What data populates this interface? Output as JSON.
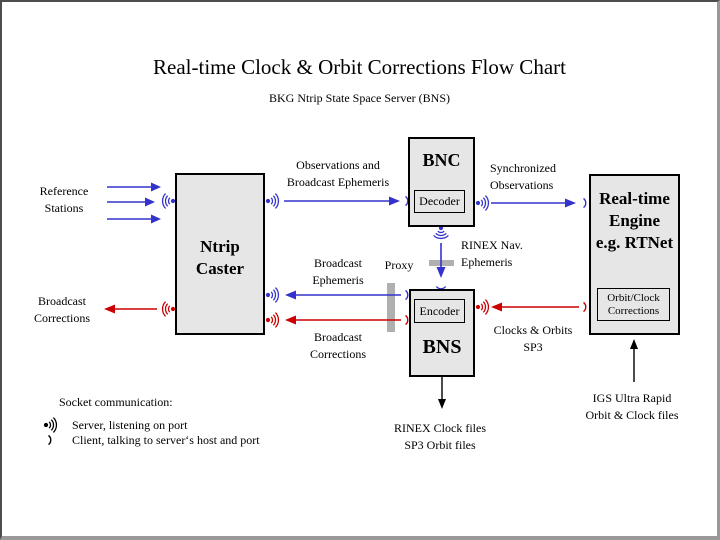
{
  "title": "Real-time Clock & Orbit Corrections Flow Chart",
  "subtitle": "BKG Ntrip State Space Server  (BNS)",
  "colors": {
    "socket_blue": "#3333cc",
    "socket_red": "#cc0000",
    "box_fill": "#e6e6e6",
    "proxy_gray": "#b0b0b0",
    "frame_dark": "#4d4d4d",
    "frame_light": "#999999"
  },
  "boxes": {
    "ntrip_caster": {
      "line1": "Ntrip",
      "line2": "Caster"
    },
    "bnc": {
      "title": "BNC",
      "sub": "Decoder"
    },
    "bns": {
      "title": "BNS",
      "sub": "Encoder"
    },
    "engine": {
      "line1": "Real-time",
      "line2": "Engine",
      "line3": "e.g. RTNet",
      "sub_line1": "Orbit/Clock",
      "sub_line2": "Corrections"
    }
  },
  "labels": {
    "reference_stations": {
      "line1": "Reference",
      "line2": "Stations"
    },
    "broadcast_corrections_left": {
      "line1": "Broadcast",
      "line2": "Corrections"
    },
    "observations": {
      "line1": "Observations and",
      "line2": "Broadcast Ephemeris"
    },
    "synchronized": {
      "line1": "Synchronized",
      "line2": "Observations"
    },
    "rinex_nav": {
      "line1": "RINEX Nav.",
      "line2": "Ephemeris"
    },
    "broadcast_ephemeris_mid": {
      "line1": "Broadcast",
      "line2": "Ephemeris"
    },
    "proxy": "Proxy",
    "broadcast_corrections_mid": {
      "line1": "Broadcast",
      "line2": "Corrections"
    },
    "clocks_orbits": {
      "line1": "Clocks & Orbits",
      "line2": "SP3"
    },
    "rinex_clock_files": {
      "line1": "RINEX Clock files",
      "line2": "SP3 Orbit files"
    },
    "igs": {
      "line1": "IGS Ultra Rapid",
      "line2": "Orbit & Clock files"
    }
  },
  "legend": {
    "title": "Socket communication:",
    "server": "Server, listening on port",
    "client": "Client, talking to server‘s host and port"
  }
}
